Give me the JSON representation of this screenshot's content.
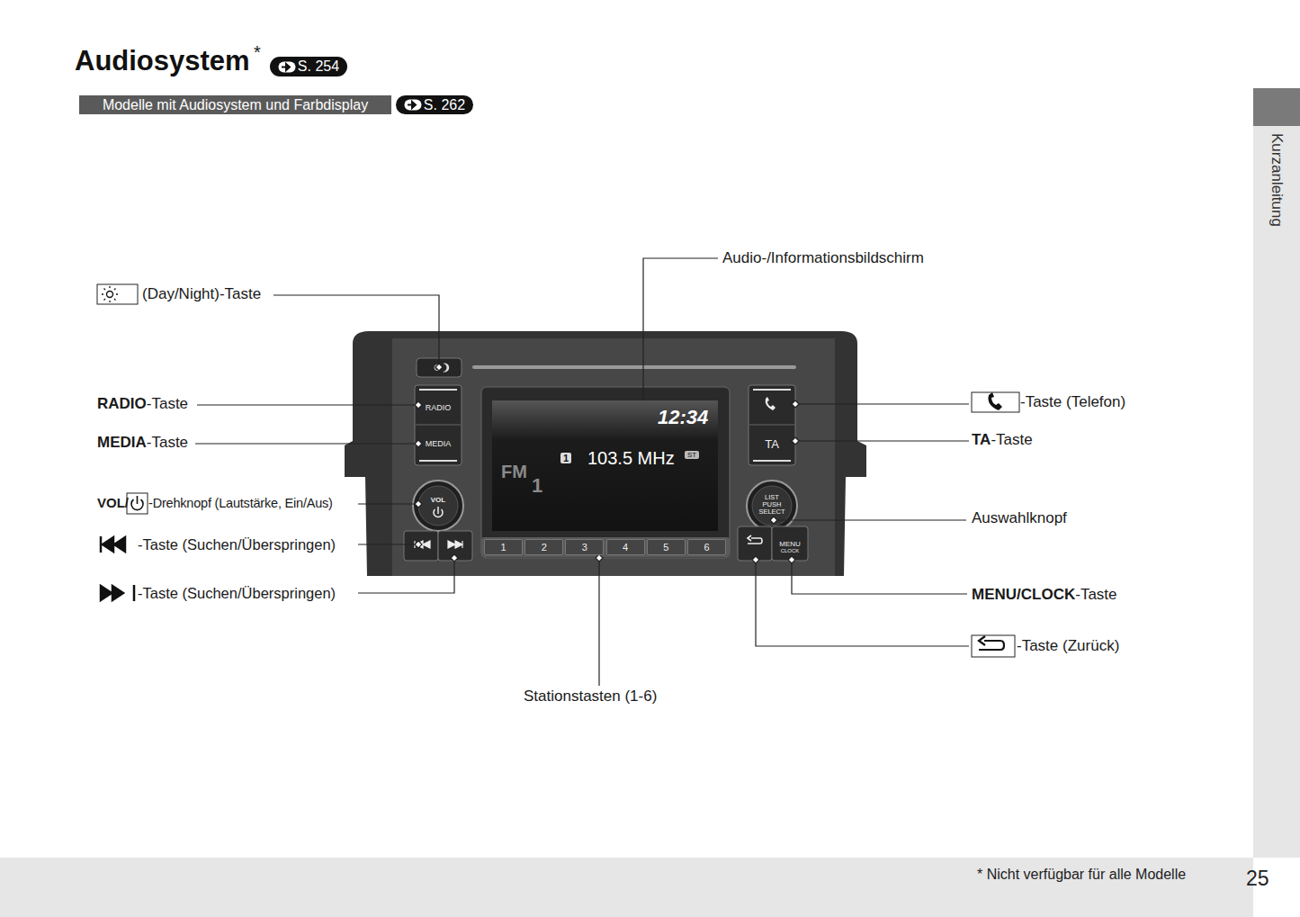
{
  "diagram": {
    "title": "Audiosystem",
    "nodes": [
      {
        "text": [
          "S. 254"
        ]
      },
      {
        "text": [
          "Modelle mit Audiosystem und Farbdisplay"
        ]
      },
      {
        "text": [
          "S. 262"
        ]
      },
      {
        "text": [
          "Kurzanleitung"
        ]
      },
      {
        "text": [
          "12:34",
          "1",
          "103.5 MHz",
          "ST",
          "FM",
          "1"
        ]
      },
      {
        "text": [
          "RADIO"
        ]
      },
      {
        "text": [
          "MEDIA"
        ]
      },
      {
        "text": [
          "VOL"
        ]
      },
      {
        "text": [
          "TA"
        ]
      },
      {
        "text": [
          "LIST PUSH SELECT"
        ]
      },
      {
        "text": [
          "MENU",
          "CLOCK"
        ]
      },
      {
        "text": [
          "1"
        ]
      },
      {
        "text": [
          "2"
        ]
      },
      {
        "text": [
          "3"
        ]
      },
      {
        "text": [
          "4"
        ]
      },
      {
        "text": [
          "5"
        ]
      },
      {
        "text": [
          "6"
        ]
      },
      {
        "text": [
          "* Nicht verfügbar für alle Modelle",
          "25"
        ]
      }
    ],
    "labels": [
      "*",
      "(Day/Night)-Taste",
      "Audio-/Informationsbildschirm",
      "RADIO-Taste",
      "MEDIA-Taste",
      "VOL/",
      "-Drehknopf (Lautstärke, Ein/Aus)",
      "-Taste (Suchen/Überspringen)",
      "-Taste (Suchen/Überspringen)",
      "Stationstasten (1-6)",
      "-Taste (Telefon)",
      "TA-Taste",
      "Auswahlknopf",
      "MENU/CLOCK-Taste",
      "-Taste (Zurück)"
    ]
  }
}
